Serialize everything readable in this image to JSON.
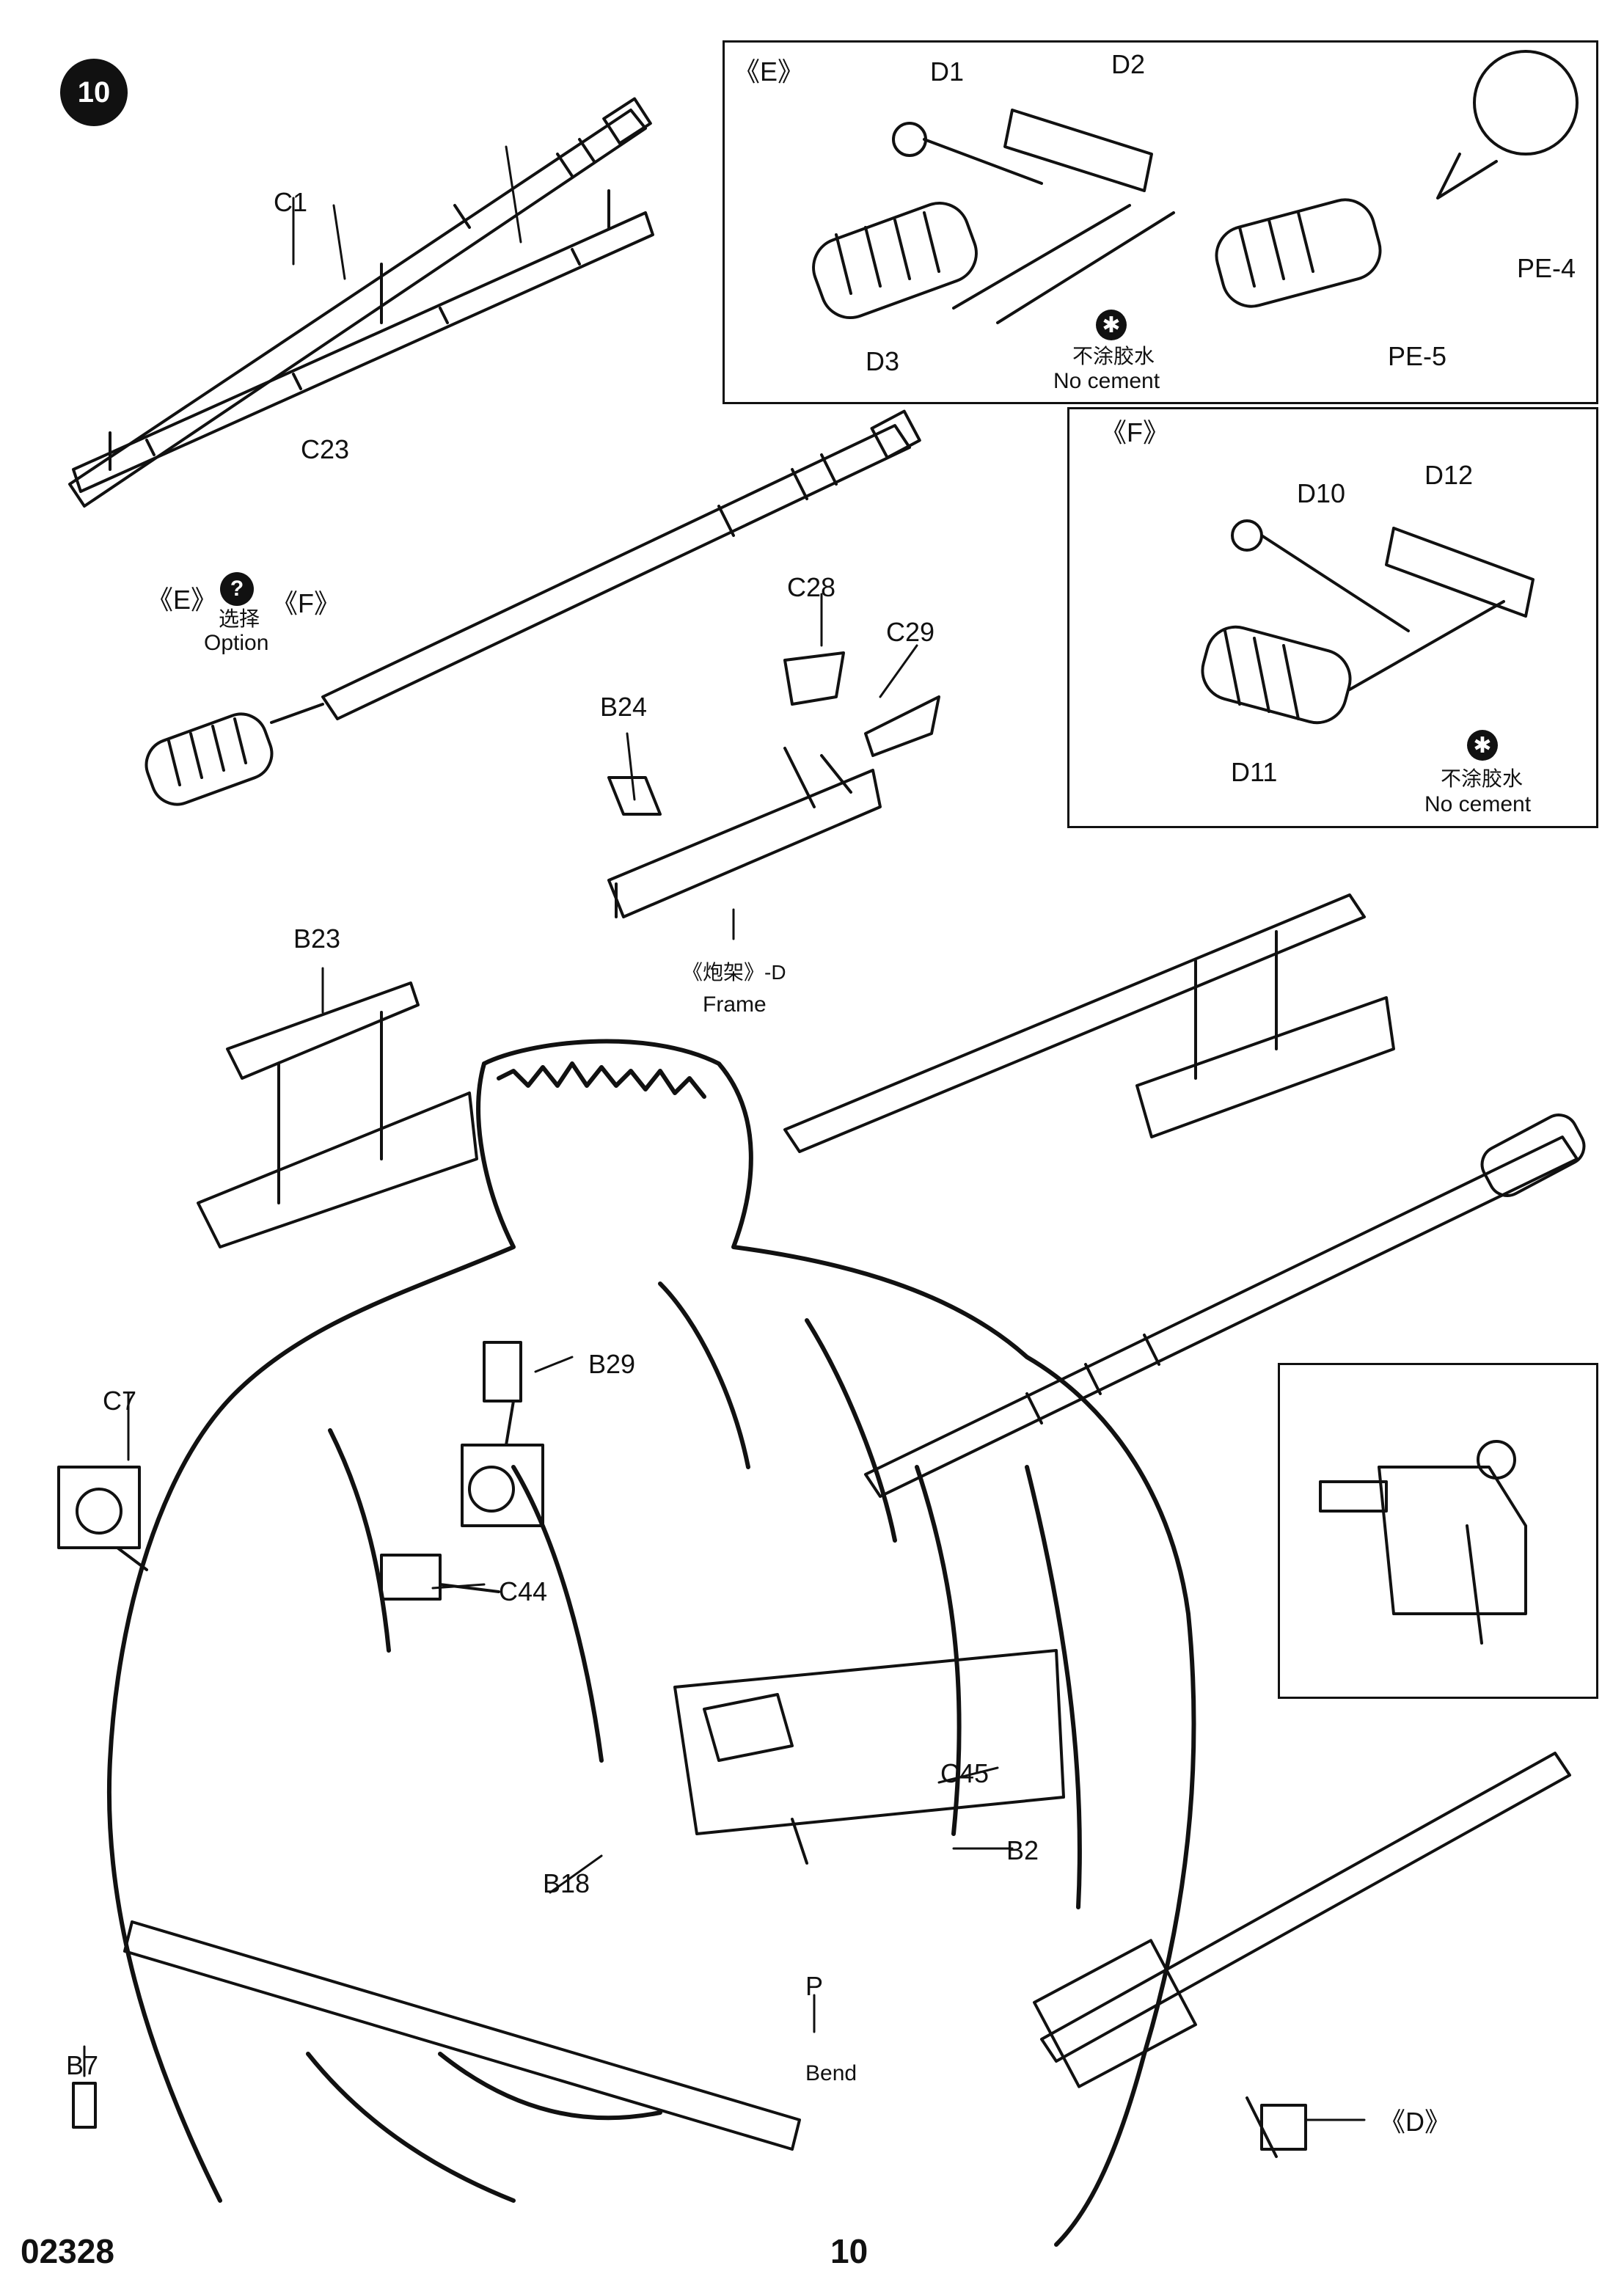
{
  "step": {
    "number": "10"
  },
  "main": {
    "c1": "C1",
    "c23": "C23",
    "option_e": "《E》",
    "option_f": "《F》",
    "option_cn": "选择",
    "option_en": "Option",
    "b24": "B24",
    "c28": "C28",
    "c29": "C29",
    "frame_cn": "《炮架》-D",
    "frame_en": "Frame",
    "b23": "B23",
    "b29": "B29",
    "c7": "C7",
    "c44": "C44",
    "c45": "C45",
    "b2": "B2",
    "b18": "B18",
    "b7": "B7",
    "p": "P",
    "bend": "Bend",
    "d_ref": "《D》"
  },
  "inset_e": {
    "title": "《E》",
    "d1": "D1",
    "d2": "D2",
    "d3": "D3",
    "pe4": "PE-4",
    "pe5": "PE-5",
    "no_cement_cn": "不涂胶水",
    "no_cement_en": "No cement"
  },
  "inset_f": {
    "title": "《F》",
    "d10": "D10",
    "d11": "D11",
    "d12": "D12",
    "no_cement_cn": "不涂胶水",
    "no_cement_en": "No cement"
  },
  "footer": {
    "code": "02328",
    "page": "10"
  },
  "icons": [
    "step-badge-icon",
    "option-question-icon",
    "no-cement-icon"
  ]
}
